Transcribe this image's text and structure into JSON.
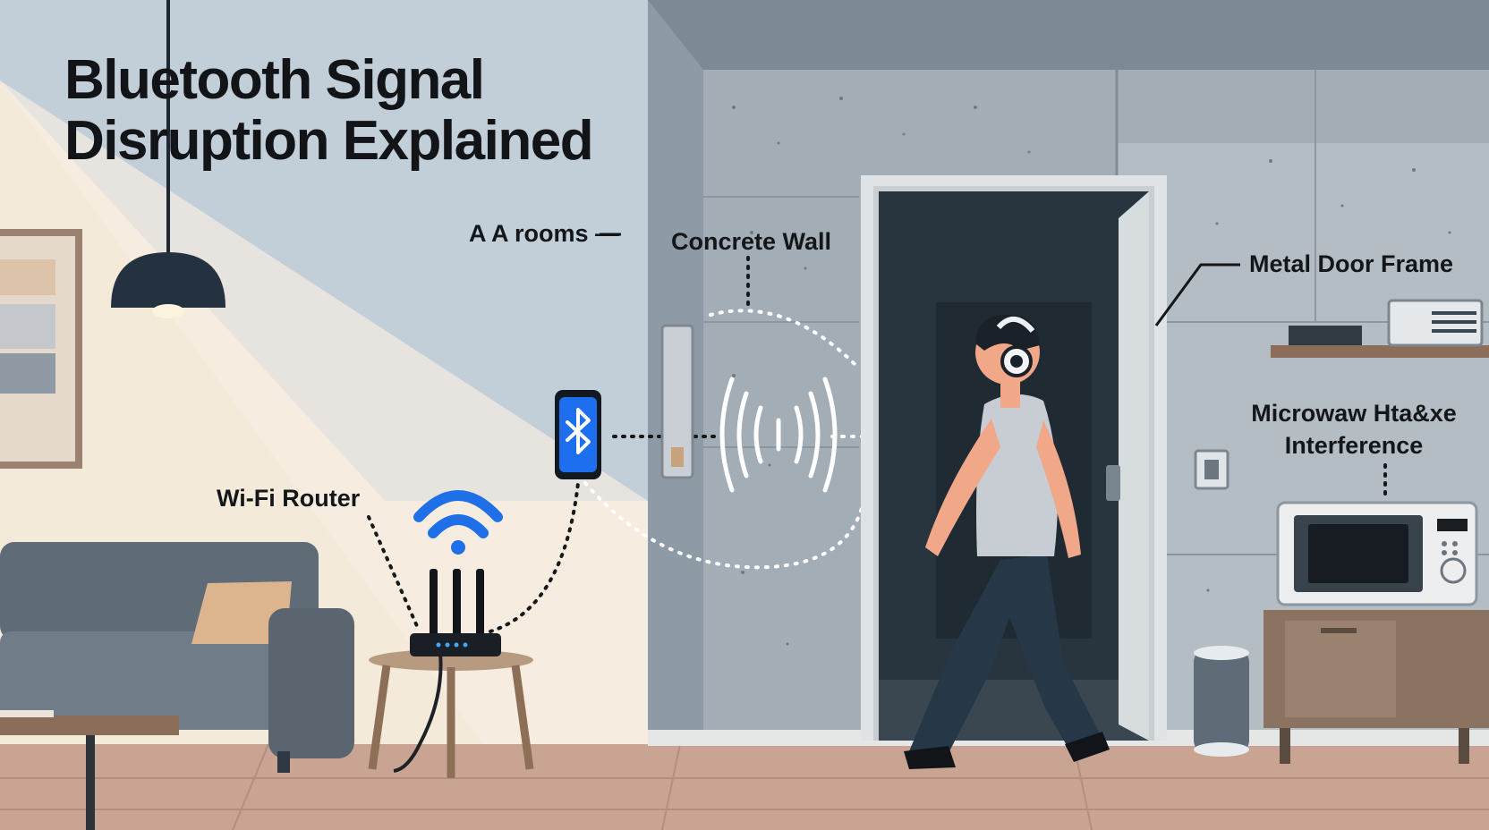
{
  "title": {
    "line1": "Bluetooth Signal",
    "line2": "Disruption Explained"
  },
  "labels": {
    "rooms": "A A rooms —",
    "concrete_wall": "Concrete Wall",
    "metal_door_frame": "Metal Door Frame",
    "wifi_router": "Wi-Fi Router",
    "microwave_line1": "Microwaw Hta&xe",
    "microwave_line2": "Interference"
  },
  "colors": {
    "bluetooth_blue": "#1e6ff0",
    "wifi_blue": "#1f6fe8",
    "wall_gray": "#8f9aa4",
    "floor": "#c9a493",
    "cream": "#f4ead9"
  }
}
